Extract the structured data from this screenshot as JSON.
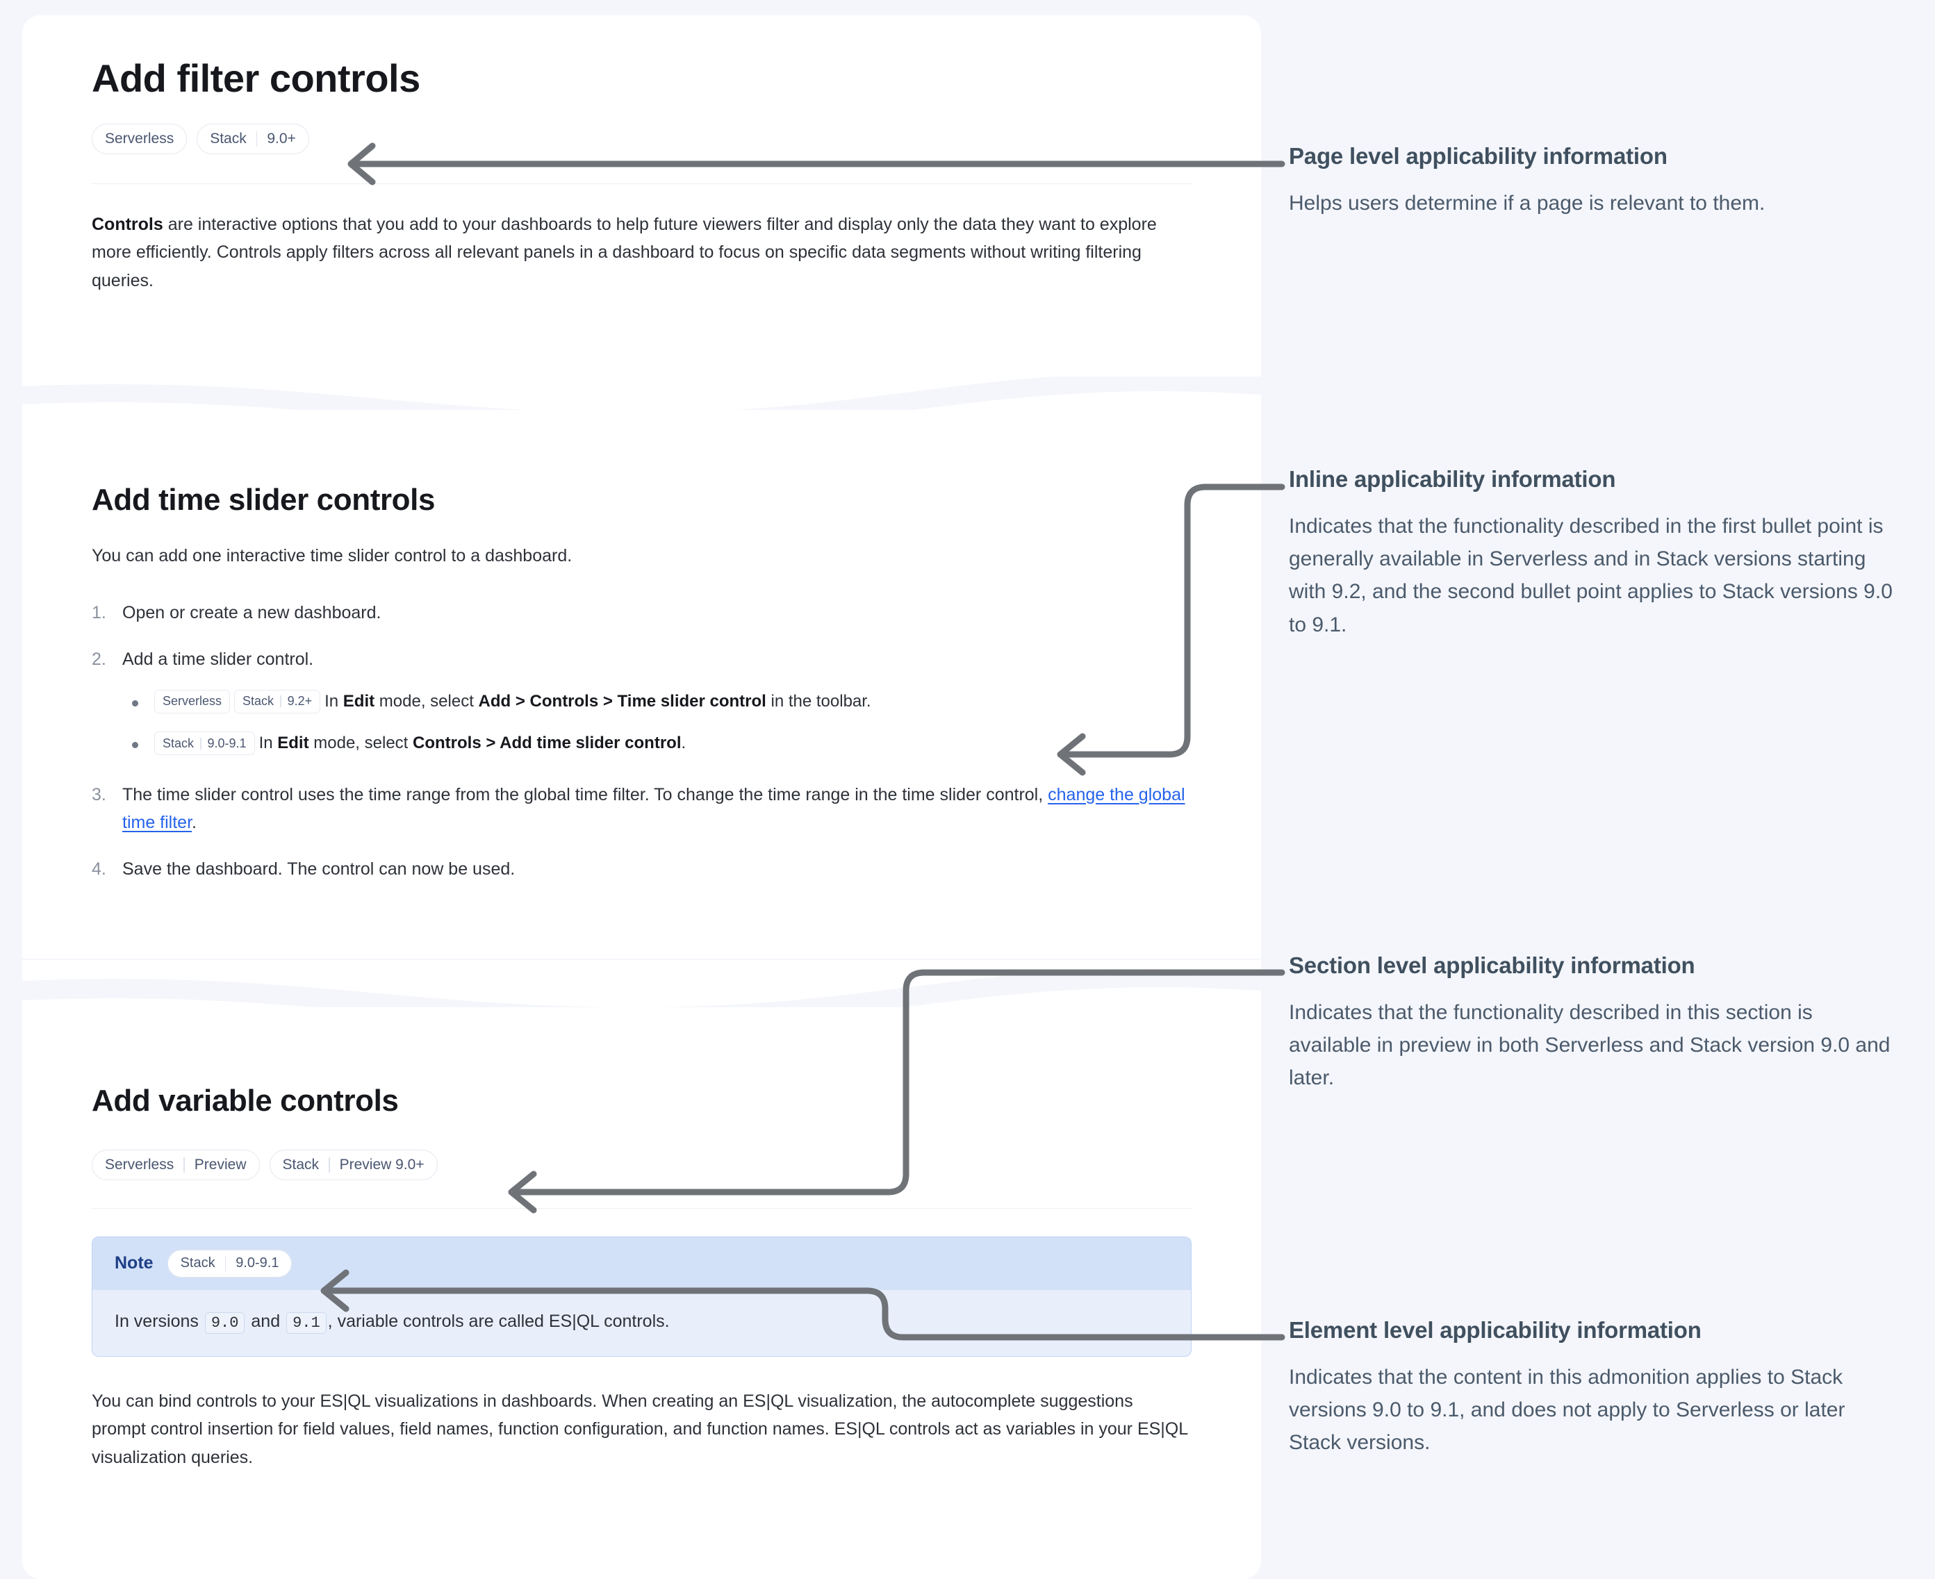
{
  "colors": {
    "page_bg": "#f4f6fb",
    "card_bg": "#ffffff",
    "heading": "#16181d",
    "body_text": "#2d3138",
    "badge_text": "#495670",
    "badge_border": "#e3e7ef",
    "link": "#2563eb",
    "note_bg": "#e8efFB",
    "note_head_bg": "#d3e1f8",
    "note_border": "#bfd2f2",
    "note_label": "#1d3f86",
    "connector": "#6f7378",
    "annotation_heading": "#40505f",
    "annotation_body": "#4b5a6b"
  },
  "doc": {
    "page_title": "Add filter controls",
    "page_badges": [
      {
        "name": "Serverless",
        "version": ""
      },
      {
        "name": "Stack",
        "version": "9.0+"
      }
    ],
    "intro": {
      "lead": "Controls",
      "rest": " are interactive options that you add to your dashboards to help future viewers filter and display only the data they want to explore more efficiently. Controls apply filters across all relevant panels in a dashboard to focus on specific data segments without writing filtering queries."
    },
    "section_time_slider": {
      "heading": "Add time slider controls",
      "intro": "You can add one interactive time slider control to a dashboard.",
      "steps": [
        {
          "text": "Open or create a new dashboard."
        },
        {
          "text": "Add a time slider control.",
          "bullets": [
            {
              "badges": [
                {
                  "name": "Serverless",
                  "version": ""
                },
                {
                  "name": "Stack",
                  "version": "9.2+"
                }
              ],
              "parts": [
                {
                  "t": "In ",
                  "b": false
                },
                {
                  "t": "Edit",
                  "b": true
                },
                {
                  "t": " mode, select ",
                  "b": false
                },
                {
                  "t": "Add > Controls > Time slider control",
                  "b": true
                },
                {
                  "t": " in the toolbar.",
                  "b": false
                }
              ]
            },
            {
              "badges": [
                {
                  "name": "Stack",
                  "version": "9.0-9.1"
                }
              ],
              "parts": [
                {
                  "t": "In ",
                  "b": false
                },
                {
                  "t": "Edit",
                  "b": true
                },
                {
                  "t": " mode, select ",
                  "b": false
                },
                {
                  "t": "Controls > Add time slider control",
                  "b": true
                },
                {
                  "t": ".",
                  "b": false
                }
              ]
            }
          ]
        },
        {
          "text_before_link": "The time slider control uses the time range from the global time filter. To change the time range in the time slider control, ",
          "link_text": "change the global time filter",
          "text_after_link": "."
        },
        {
          "text": "Save the dashboard. The control can now be used."
        }
      ]
    },
    "section_variable": {
      "heading": "Add variable controls",
      "badges": [
        {
          "name": "Serverless",
          "version": "Preview"
        },
        {
          "name": "Stack",
          "version": "Preview 9.0+"
        }
      ],
      "note": {
        "label": "Note",
        "badges": [
          {
            "name": "Stack",
            "version": "9.0-9.1"
          }
        ],
        "body_parts": [
          {
            "t": "In versions ",
            "code": false
          },
          {
            "t": "9.0",
            "code": true
          },
          {
            "t": " and ",
            "code": false
          },
          {
            "t": "9.1",
            "code": true
          },
          {
            "t": ", variable controls are called ES|QL controls.",
            "code": false
          }
        ]
      },
      "paragraph": "You can bind controls to your ES|QL visualizations in dashboards. When creating an ES|QL visualization, the autocomplete suggestions prompt control insertion for field values, field names, function configuration, and function names. ES|QL controls act as variables in your ES|QL visualization queries."
    }
  },
  "annotations": [
    {
      "id": "page-level",
      "heading": "Page level applicability information",
      "body": "Helps users determine if a page is relevant to them."
    },
    {
      "id": "inline",
      "heading": "Inline applicability information",
      "body": "Indicates that the functionality described in the first bullet point is generally available in Serverless and in Stack versions starting with 9.2, and the second bullet point applies to Stack versions 9.0 to 9.1."
    },
    {
      "id": "section-level",
      "heading": "Section level applicability information",
      "body": "Indicates that the functionality described in this section is available in preview in both Serverless and Stack version 9.0 and later."
    },
    {
      "id": "element-level",
      "heading": "Element level applicability information",
      "body": "Indicates that the content in this admonition applies to Stack versions 9.0 to 9.1, and does not apply to Serverless or later Stack versions."
    }
  ]
}
